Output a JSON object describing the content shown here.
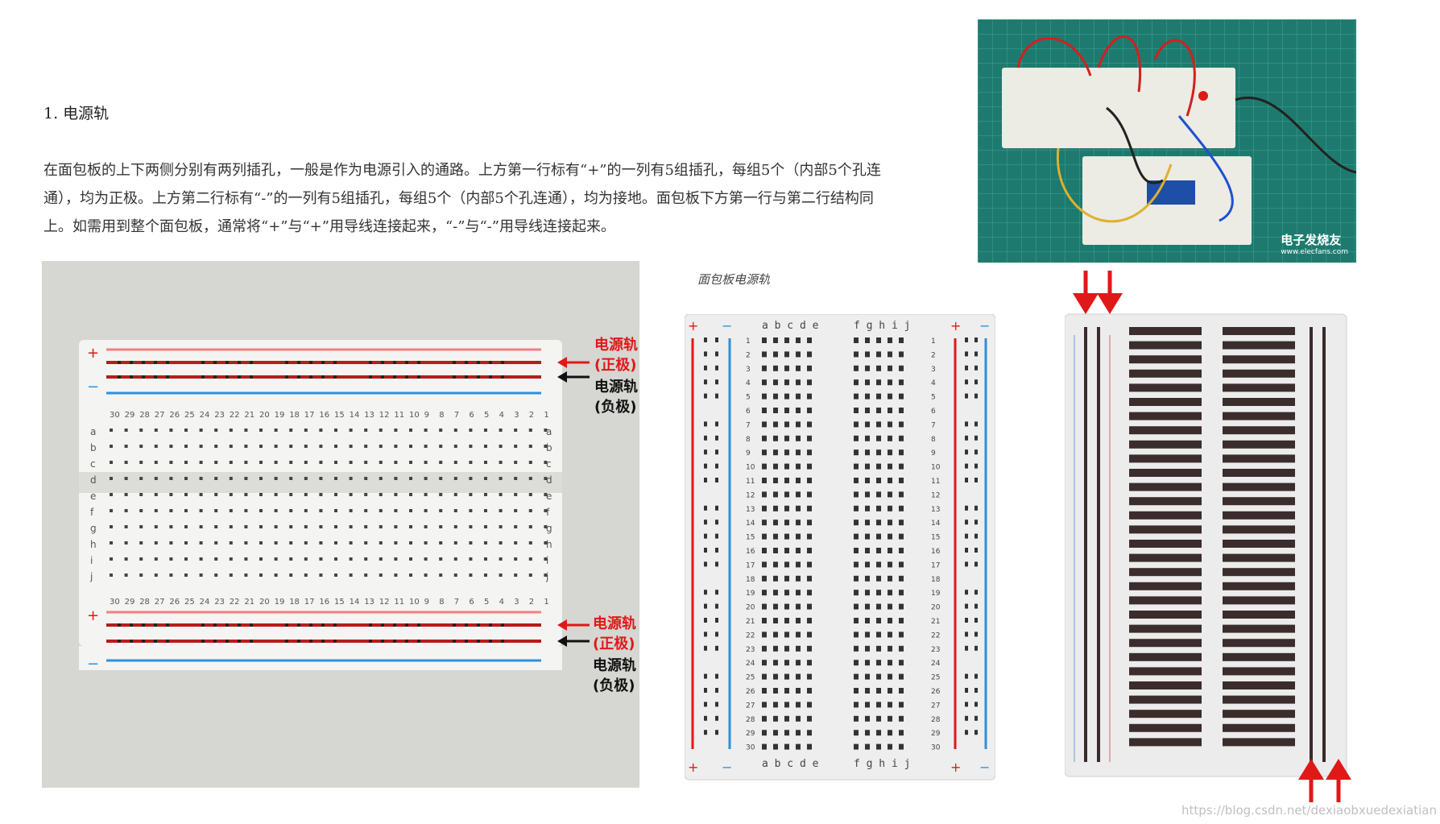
{
  "heading": "1. 电源轨",
  "paragraph": "在面包板的上下两侧分别有两列插孔，一般是作为电源引入的通路。上方第一行标有“+”的一列有5组插孔，每组5个（内部5个孔连通），均为正极。上方第二行标有“-”的一列有5组插孔，每组5个（内部5个孔连通），均为接地。面包板下方第一行与第二行结构同上。如需用到整个面包板，通常将“+”与“+”用导线连接起来，“-”与“-”用导线连接起来。",
  "caption": "面包板电源轨",
  "photo": {
    "logo": "电子发烧友",
    "logo_url": "www.elecfans.com"
  },
  "labels": {
    "positive_line1": "电源轨",
    "positive_line2": "(正极)",
    "negative_line1": "电源轨",
    "negative_line2": "(负极)",
    "plus": "+",
    "minus": "−"
  },
  "breadboard1": {
    "numbers_top": [
      "30",
      "29",
      "28",
      "27",
      "26",
      "25",
      "24",
      "23",
      "22",
      "21",
      "20",
      "19",
      "18",
      "17",
      "16",
      "15",
      "14",
      "13",
      "12",
      "11",
      "10",
      "9",
      "8",
      "7",
      "6",
      "5",
      "4",
      "3",
      "2",
      "1"
    ],
    "letters_top": [
      "a",
      "b",
      "c",
      "d",
      "e"
    ],
    "letters_bottom": [
      "f",
      "g",
      "h",
      "i",
      "j"
    ]
  },
  "breadboard2": {
    "rows": [
      "1",
      "2",
      "3",
      "4",
      "5",
      "6",
      "7",
      "8",
      "9",
      "10",
      "11",
      "12",
      "13",
      "14",
      "15",
      "16",
      "17",
      "18",
      "19",
      "20",
      "21",
      "22",
      "23",
      "24",
      "25",
      "26",
      "27",
      "28",
      "29",
      "30"
    ],
    "left_letters": "a b c d e",
    "right_letters": "f g h i j"
  },
  "watermark": "https://blog.csdn.net/dexiaobxuedexiatian",
  "colors": {
    "red": "#e01818",
    "blue": "#2f8fd8",
    "rail_line": "#b81c1c"
  }
}
